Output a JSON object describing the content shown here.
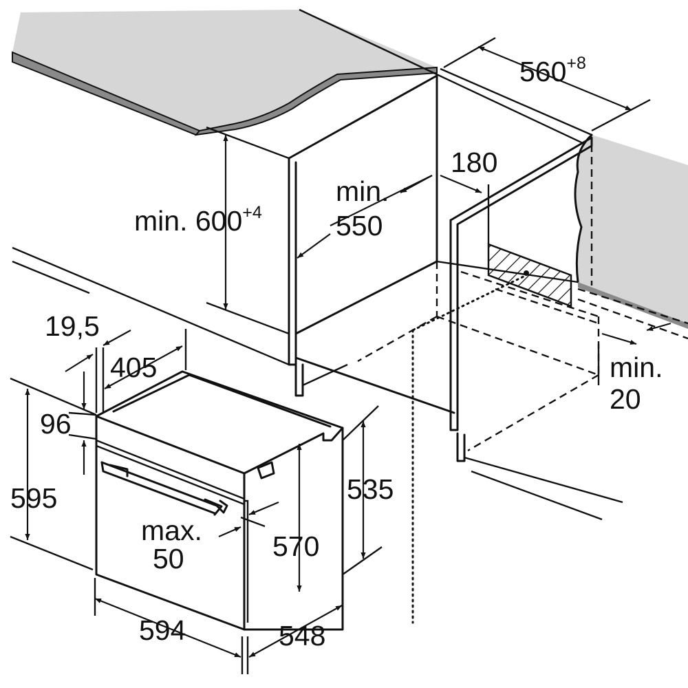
{
  "dimensions": {
    "width_niche": {
      "base": "560",
      "sup": "+8"
    },
    "height_niche": {
      "prefix": "min. ",
      "base": "600",
      "sup": "+4"
    },
    "depth_niche": [
      "min.",
      "550"
    ],
    "vent_cutout": "180",
    "gap_bottom": [
      "min.",
      "20"
    ],
    "front_offset": "19,5",
    "depth_front": "405",
    "panel_height": "96",
    "total_height": "595",
    "body_height": "570",
    "rear_height": "535",
    "door_projection": [
      "max.",
      "50"
    ],
    "total_width": "594",
    "total_depth": "548"
  },
  "colors": {
    "line": "#111111",
    "worktop": "#d6d6d6",
    "worktop_edge": "#8a8a8a",
    "background": "#ffffff"
  }
}
